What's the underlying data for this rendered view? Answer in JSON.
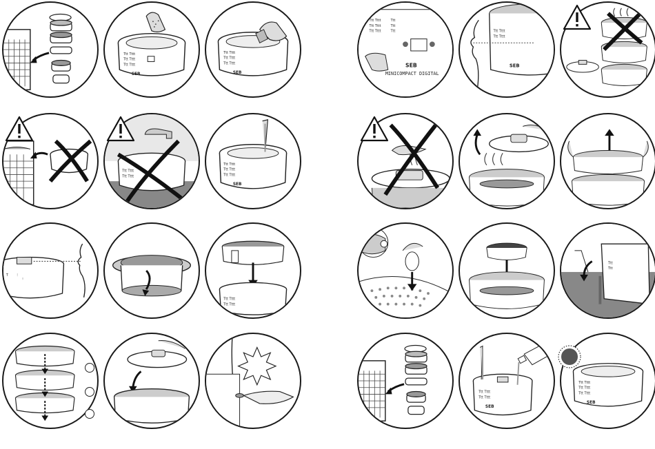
{
  "brand": {
    "logo_text": "SEB",
    "model_text": "MINICOMPACT DIGITAL"
  },
  "panels": [
    {
      "id": "p1",
      "icons": [
        "dishwasher-icon",
        "steamer-parts-icon",
        "arrow-icon"
      ]
    },
    {
      "id": "p2",
      "icons": [
        "steamer-base-icon",
        "hand-icon"
      ]
    },
    {
      "id": "p3",
      "icons": [
        "steamer-base-icon",
        "hand-icon"
      ]
    },
    {
      "id": "p4",
      "icons": [
        "control-panel-icon",
        "hand-icon"
      ]
    },
    {
      "id": "p5",
      "icons": [
        "face-icon",
        "steamer-base-icon"
      ]
    },
    {
      "id": "p6",
      "icons": [
        "warning-icon",
        "steam-icon",
        "cross-icon"
      ]
    },
    {
      "id": "p7",
      "icons": [
        "warning-icon",
        "dishwasher-icon",
        "cross-icon"
      ]
    },
    {
      "id": "p8",
      "icons": [
        "warning-icon",
        "faucet-icon",
        "cross-icon"
      ]
    },
    {
      "id": "p9",
      "icons": [
        "water-jug-icon",
        "steamer-base-icon"
      ]
    },
    {
      "id": "p10",
      "icons": [
        "warning-icon",
        "hand-icon",
        "cross-icon"
      ]
    },
    {
      "id": "p11",
      "icons": [
        "lid-icon",
        "arrow-icon"
      ]
    },
    {
      "id": "p12",
      "icons": [
        "bowl-icon",
        "arrow-up-icon"
      ]
    },
    {
      "id": "p13",
      "icons": [
        "face-icon",
        "steamer-base-icon"
      ]
    },
    {
      "id": "p14",
      "icons": [
        "bowl-icon",
        "arrow-icon"
      ]
    },
    {
      "id": "p15",
      "icons": [
        "bowl-icon",
        "arrow-down-icon"
      ]
    },
    {
      "id": "p16",
      "icons": [
        "tray-icon",
        "egg-icon",
        "arrow-down-icon"
      ]
    },
    {
      "id": "p17",
      "icons": [
        "bowl-icon",
        "arrow-down-icon"
      ]
    },
    {
      "id": "p18",
      "icons": [
        "pouring-icon",
        "arrow-icon"
      ]
    },
    {
      "id": "p19",
      "icons": [
        "stacked-bowls-icon",
        "arrow-down-icon"
      ]
    },
    {
      "id": "p20",
      "icons": [
        "lid-icon",
        "arrow-icon"
      ]
    },
    {
      "id": "p21",
      "icons": [
        "button-press-icon",
        "hand-icon"
      ]
    },
    {
      "id": "p22",
      "icons": [
        "dishwasher-icon",
        "steamer-parts-icon"
      ]
    },
    {
      "id": "p23",
      "icons": [
        "vinegar-bottle-icon",
        "steamer-base-icon"
      ]
    },
    {
      "id": "p24",
      "icons": [
        "timer-icon",
        "steamer-base-icon"
      ]
    }
  ],
  "step_markers": [
    "",
    "",
    ""
  ]
}
